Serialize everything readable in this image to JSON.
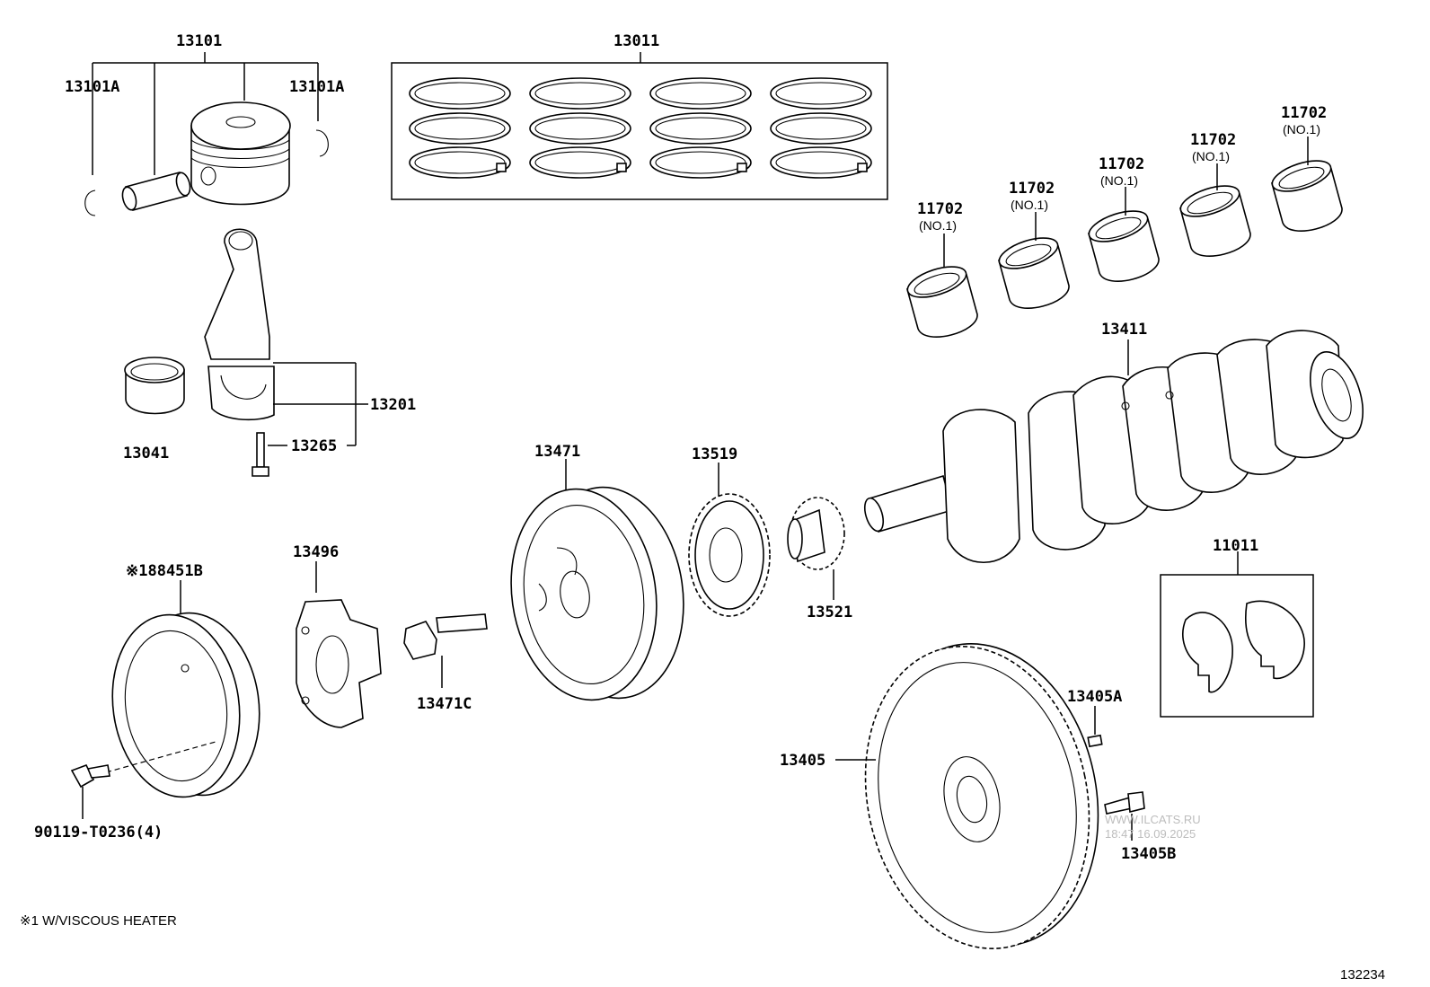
{
  "colors": {
    "line": "#000000",
    "background": "#ffffff",
    "watermark": "#bdbdbd"
  },
  "labels": {
    "p13101": "13101",
    "p13101A_left": "13101A",
    "p13101A_right": "13101A",
    "p13011": "13011",
    "p13041": "13041",
    "p13201": "13201",
    "p13265": "13265",
    "p11702_1": "11702",
    "p11702_2": "11702",
    "p11702_3": "11702",
    "p11702_4": "11702",
    "p11702_5": "11702",
    "p13411": "13411",
    "p13471": "13471",
    "p13519": "13519",
    "p13521": "13521",
    "p11011": "11011",
    "p13496": "13496",
    "p88451B": "※188451B",
    "p13471C": "13471C",
    "p90119": "90119-T0236(4)",
    "p13405": "13405",
    "p13405A": "13405A",
    "p13405B": "13405B"
  },
  "sublabels": {
    "no1_1": "(NO.1)",
    "no1_2": "(NO.1)",
    "no1_3": "(NO.1)",
    "no1_4": "(NO.1)",
    "no1_5": "(NO.1)"
  },
  "footnote": "※1 W/VISCOUS HEATER",
  "diagram_number": "132234",
  "watermark": {
    "site": "WWW.ILCATS.RU",
    "timestamp": "18:47 16.09.2025"
  }
}
